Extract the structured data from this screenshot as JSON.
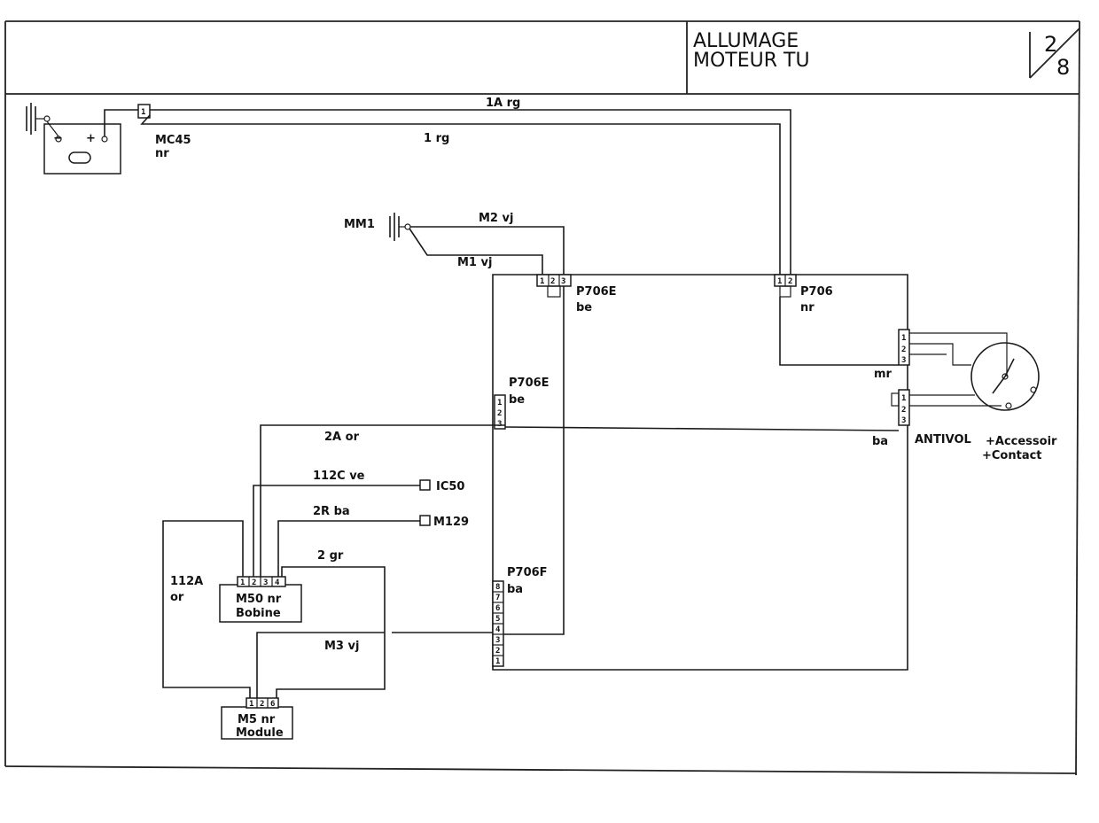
{
  "title": {
    "line1": "ALLUMAGE",
    "line2": "MOTEUR  TU"
  },
  "page": {
    "current": "2",
    "total": "8"
  },
  "wires": {
    "w1A": "1A rg",
    "w1": "1 rg",
    "m2": "M2 vj",
    "m1": "M1 vj",
    "w2A": "2A or",
    "w112C": "112C ve",
    "w2R": "2R ba",
    "w2": "2 gr",
    "w112A_a": "112A",
    "w112A_b": "or",
    "m3": "M3 vj",
    "mr": "mr",
    "ba": "ba"
  },
  "components": {
    "mc45": {
      "ref": "MC45",
      "color": "nr"
    },
    "mm1": "MM1",
    "p706e_top": {
      "ref": "P706E",
      "color": "be"
    },
    "p706": {
      "ref": "P706",
      "color": "nr"
    },
    "p706e_mid": {
      "ref": "P706E",
      "color": "be"
    },
    "p706f": {
      "ref": "P706F",
      "color": "ba"
    },
    "antivol": {
      "ref": "ANTIVOL",
      "acc": "+Accessoir",
      "contact": "+Contact"
    },
    "ic50": "IC50",
    "m129": "M129",
    "m50": {
      "ref": "M50 nr",
      "name": "Bobine"
    },
    "m5": {
      "ref": "M5 nr",
      "name": "Module"
    }
  },
  "pins": {
    "mc45": "1",
    "p706e_top": [
      "1",
      "2",
      "3"
    ],
    "p706": [
      "1",
      "2"
    ],
    "p706e_mid": [
      "1",
      "2",
      "3"
    ],
    "antivol_top": [
      "1",
      "2",
      "3"
    ],
    "antivol_bot": [
      "1",
      "2",
      "3"
    ],
    "p706f": [
      "1",
      "2",
      "3",
      "4",
      "5",
      "6",
      "7",
      "8"
    ],
    "m50": [
      "1",
      "2",
      "3",
      "4"
    ],
    "m5": [
      "1",
      "2",
      "6"
    ]
  }
}
